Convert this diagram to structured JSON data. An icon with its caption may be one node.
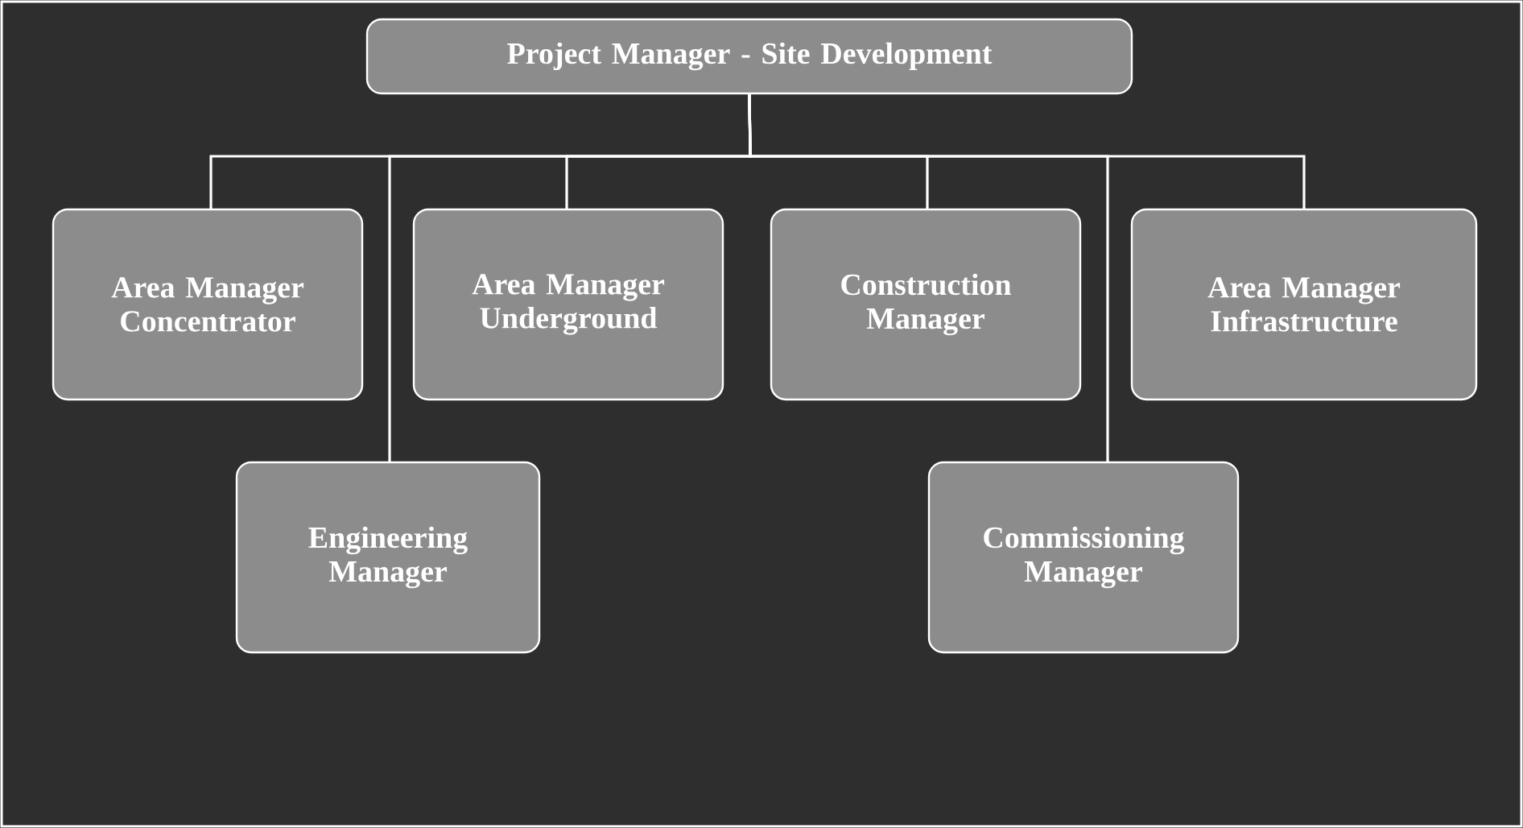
{
  "diagram": {
    "nodes": [
      {
        "text": [
          "Project Manager - Site Development"
        ]
      },
      {
        "text": [
          "Area Manager Concentrator"
        ]
      },
      {
        "text": [
          "Area Manager Underground"
        ]
      },
      {
        "text": [
          "Construction Manager"
        ]
      },
      {
        "text": [
          "Area Manager Infrastructure"
        ]
      },
      {
        "text": [
          "Engineering Manager"
        ]
      },
      {
        "text": [
          "Commissioning Manager"
        ]
      }
    ],
    "edges": [
      {
        "from": 0,
        "to": 1,
        "arrow": "none"
      },
      {
        "from": 0,
        "to": 5,
        "arrow": "none"
      },
      {
        "from": 0,
        "to": 2,
        "arrow": "none"
      },
      {
        "from": 0,
        "to": 3,
        "arrow": "none"
      },
      {
        "from": 0,
        "to": 6,
        "arrow": "none"
      },
      {
        "from": 0,
        "to": 4,
        "arrow": "none"
      }
    ]
  }
}
